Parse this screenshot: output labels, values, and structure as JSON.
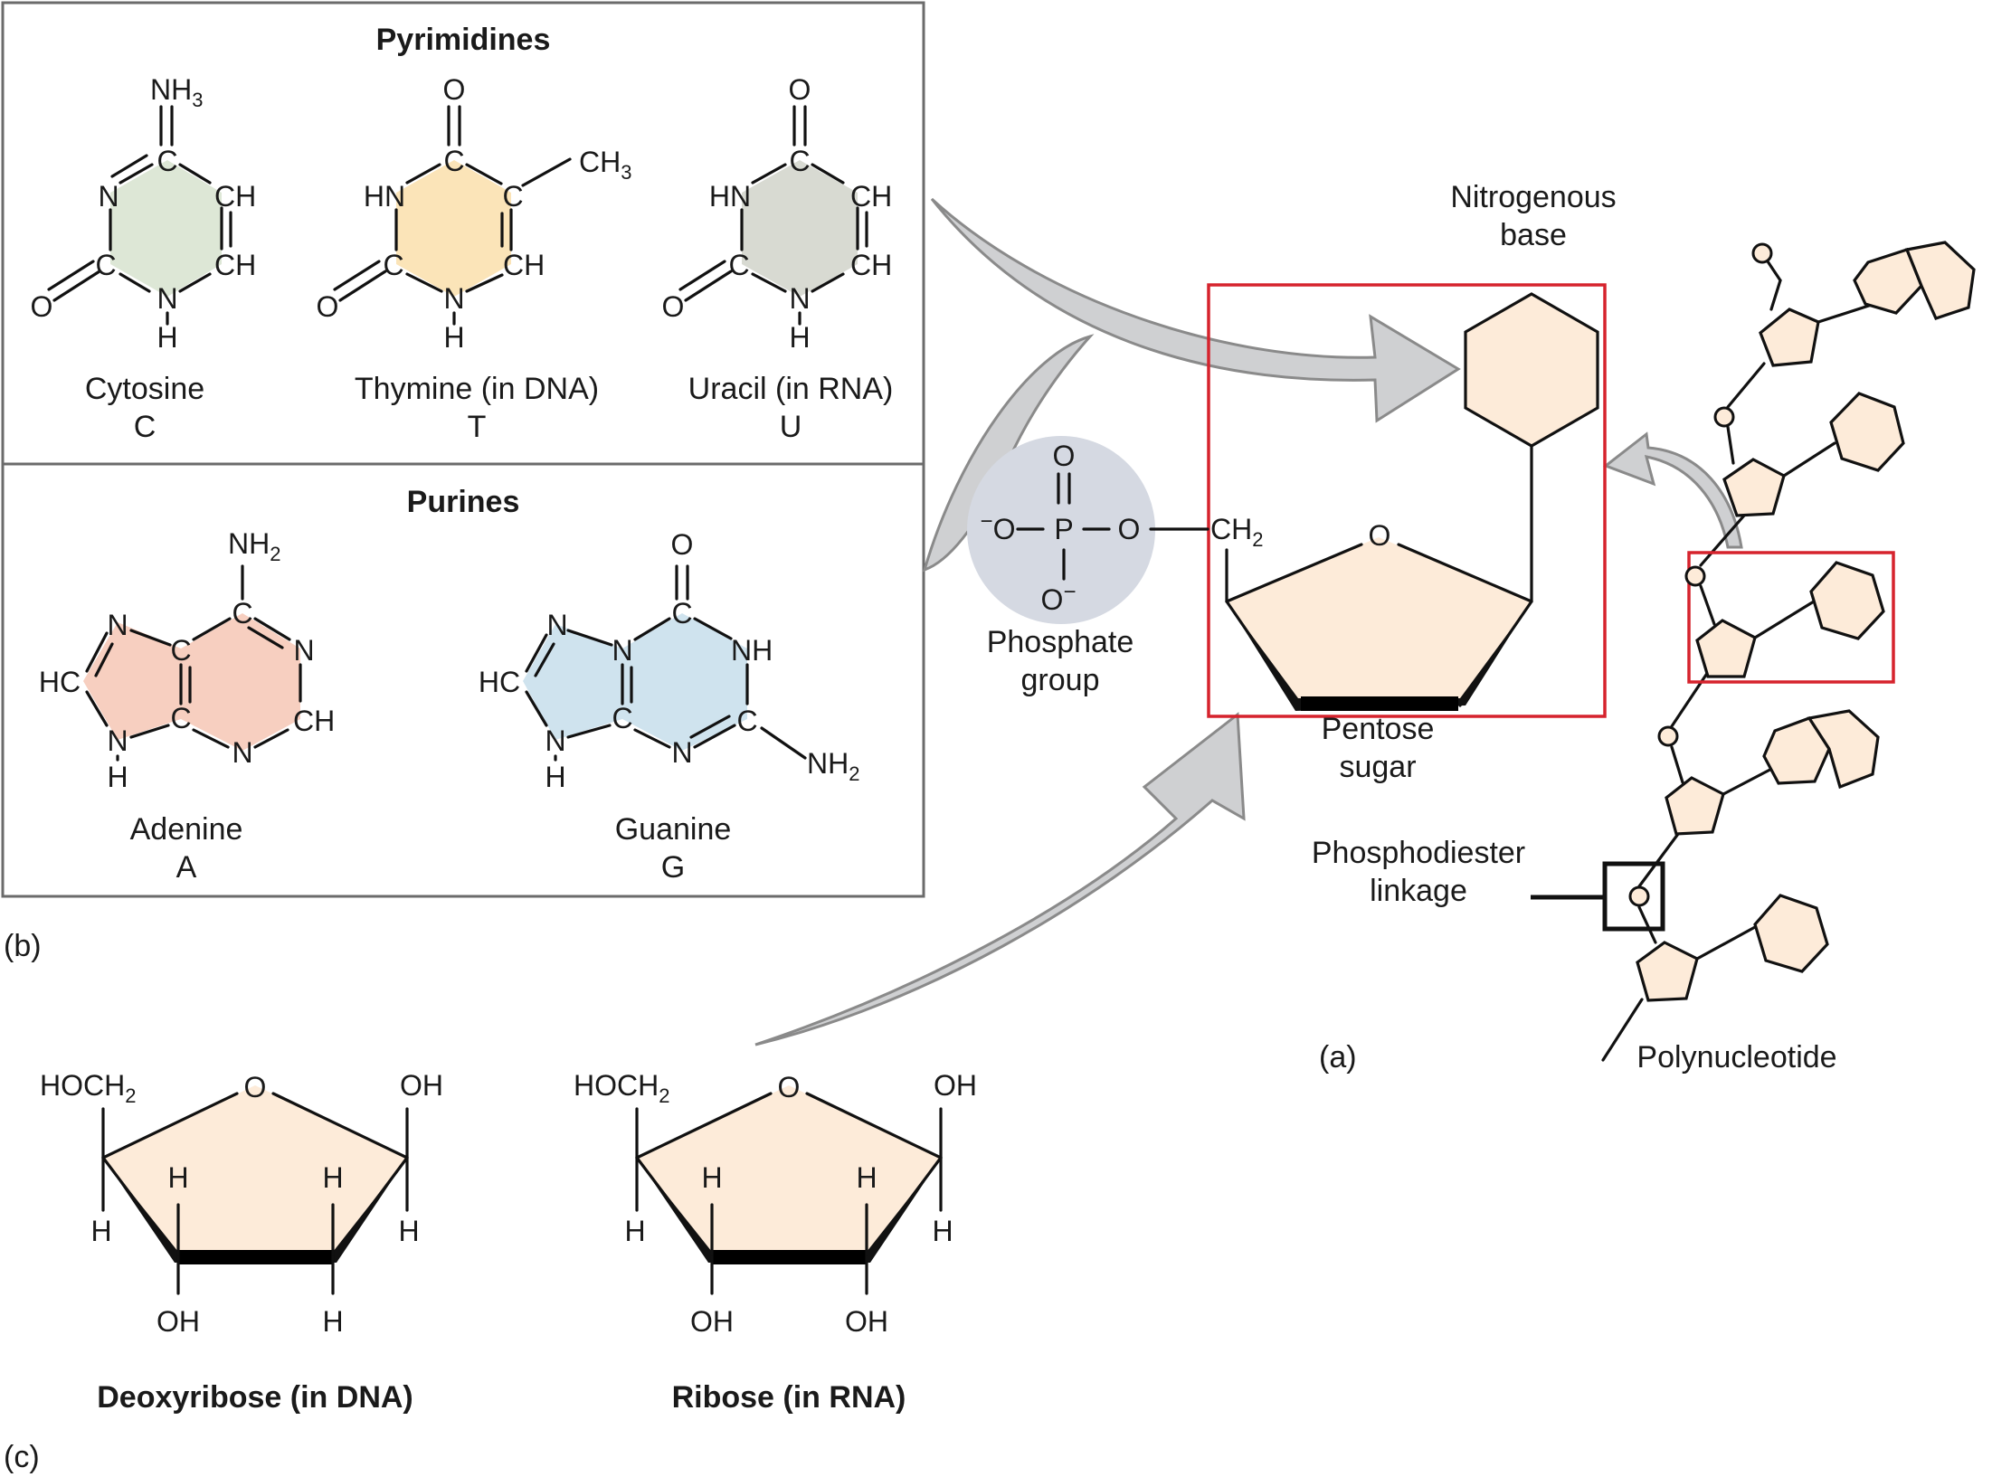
{
  "panel_b": {
    "label": "(b)",
    "pyrimidines": {
      "title": "Pyrimidines",
      "cytosine": {
        "name": "Cytosine",
        "letter": "C"
      },
      "thymine": {
        "name": "Thymine (in DNA)",
        "letter": "T"
      },
      "uracil": {
        "name": "Uracil (in RNA)",
        "letter": "U"
      }
    },
    "purines": {
      "title": "Purines",
      "adenine": {
        "name": "Adenine",
        "letter": "A"
      },
      "guanine": {
        "name": "Guanine",
        "letter": "G"
      }
    }
  },
  "panel_a": {
    "label": "(a)",
    "nitrogenous_base": "Nitrogenous base",
    "phosphate_group": "Phosphate group",
    "pentose_sugar": "Pentose sugar",
    "phosphodiester_linkage": "Phosphodiester linkage",
    "polynucleotide": "Polynucleotide"
  },
  "panel_c": {
    "label": "(c)",
    "deoxyribose": "Deoxyribose (in DNA)",
    "ribose": "Ribose (in RNA)"
  },
  "colors": {
    "cytosine_fill": "#dde7d6",
    "thymine_fill": "#fbe4b8",
    "uracil_fill": "#d8dad2",
    "adenine_fill": "#f7cfc0",
    "guanine_fill": "#cfe3ee",
    "sugar_fill": "#fdebd9",
    "phosphate_fill": "#d5d9e2",
    "highlight_box": "#d6232d",
    "arrow_fill": "#cfd0d2"
  }
}
